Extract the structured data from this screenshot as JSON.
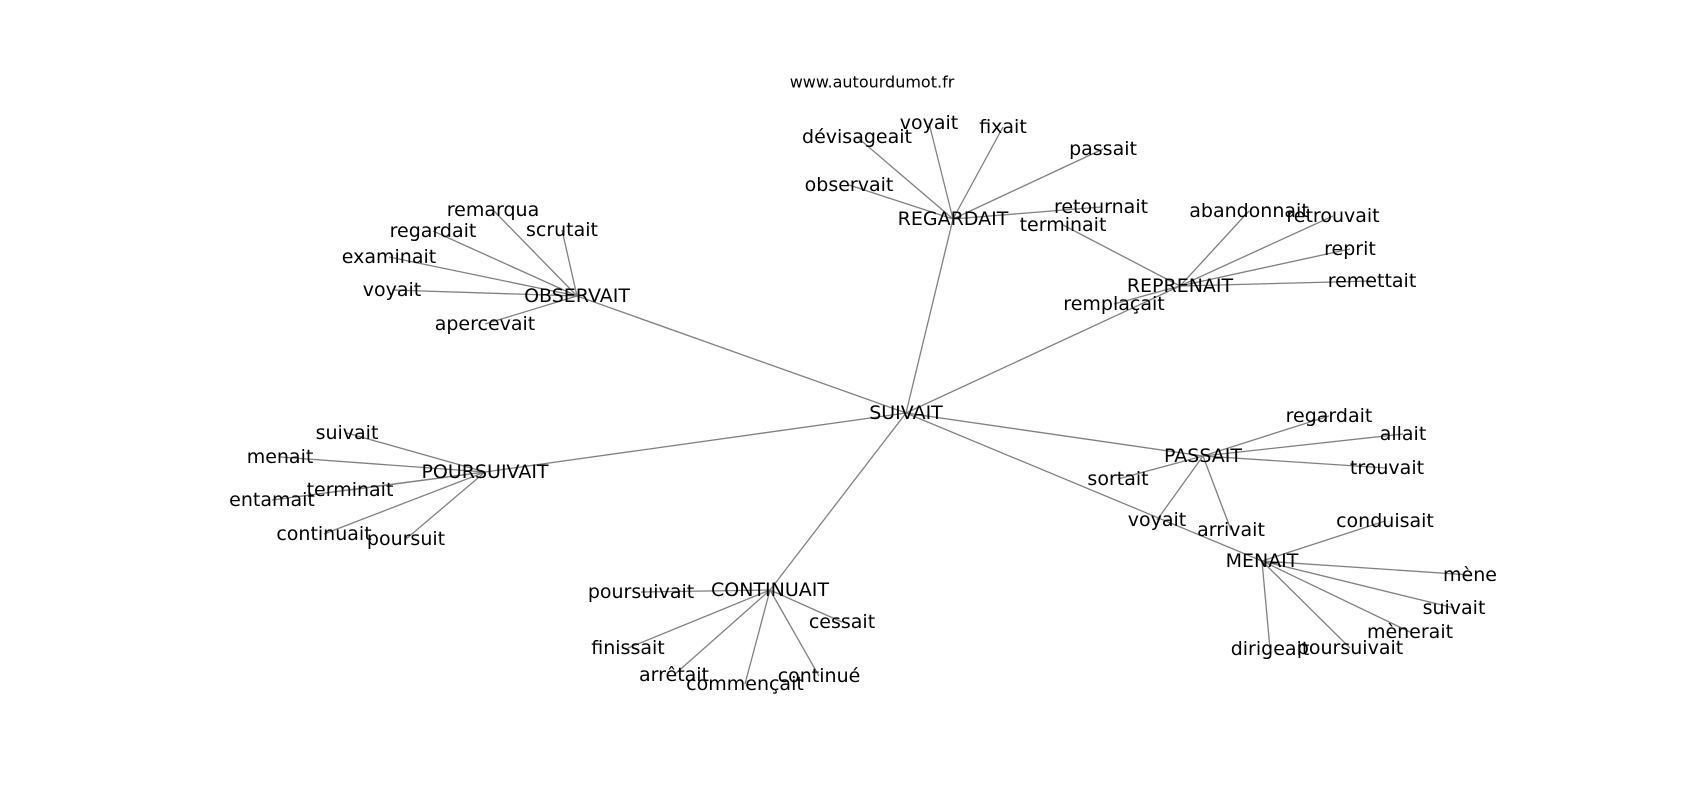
{
  "source": "www.autourdumot.fr",
  "nodes": {
    "center": "SUIVAIT",
    "regardait_hub": "REGARDAIT",
    "observait_hub": "OBSERVAIT",
    "reprenait_hub": "REPRENAIT",
    "poursuivait_hub": "POURSUIVAIT",
    "passait_hub": "PASSAIT",
    "continuait_hub": "CONTINUAIT",
    "menait_hub": "MENAIT",
    "reg_devisageait": "dévisageait",
    "reg_voyait": "voyait",
    "reg_fixait": "fixait",
    "reg_passait": "passait",
    "reg_observait": "observait",
    "reg_retournait": "retournait",
    "obs_remarqua": "remarqua",
    "obs_regardait": "regardait",
    "obs_scrutait": "scrutait",
    "obs_examinait": "examinait",
    "obs_voyait": "voyait",
    "obs_apercevait": "apercevait",
    "rep_abandonnait": "abandonnait",
    "rep_retrouvait": "retrouvait",
    "rep_terminait": "terminait",
    "rep_reprit": "reprit",
    "rep_remettait": "remettait",
    "rep_remplacait": "remplaçait",
    "pou_suivait": "suivait",
    "pou_menait": "menait",
    "pou_terminait": "terminait",
    "pou_entamait": "entamait",
    "pou_continuait": "continuait",
    "pou_poursuit": "poursuit",
    "pas_regardait": "regardait",
    "pas_allait": "allait",
    "pas_trouvait": "trouvait",
    "pas_sortait": "sortait",
    "pas_voyait": "voyait",
    "pas_arrivait": "arrivait",
    "con_poursuivait": "poursuivait",
    "con_cessait": "cessait",
    "con_finissait": "finissait",
    "con_arretait": "arrêtait",
    "con_commencait": "commençait",
    "con_continue": "continué",
    "men_conduisait": "conduisait",
    "men_mene": "mène",
    "men_suivait": "suivait",
    "men_menerait": "mènerait",
    "men_dirigeait": "dirigeait",
    "men_poursuivait": "poursuivait"
  },
  "edges": [
    [
      "center",
      "regardait_hub"
    ],
    [
      "center",
      "observait_hub"
    ],
    [
      "center",
      "reprenait_hub"
    ],
    [
      "center",
      "poursuivait_hub"
    ],
    [
      "center",
      "passait_hub"
    ],
    [
      "center",
      "continuait_hub"
    ],
    [
      "center",
      "menait_hub"
    ],
    [
      "regardait_hub",
      "reg_devisageait"
    ],
    [
      "regardait_hub",
      "reg_voyait"
    ],
    [
      "regardait_hub",
      "reg_fixait"
    ],
    [
      "regardait_hub",
      "reg_passait"
    ],
    [
      "regardait_hub",
      "reg_observait"
    ],
    [
      "regardait_hub",
      "reg_retournait"
    ],
    [
      "observait_hub",
      "obs_remarqua"
    ],
    [
      "observait_hub",
      "obs_regardait"
    ],
    [
      "observait_hub",
      "obs_scrutait"
    ],
    [
      "observait_hub",
      "obs_examinait"
    ],
    [
      "observait_hub",
      "obs_voyait"
    ],
    [
      "observait_hub",
      "obs_apercevait"
    ],
    [
      "reprenait_hub",
      "rep_abandonnait"
    ],
    [
      "reprenait_hub",
      "rep_retrouvait"
    ],
    [
      "reprenait_hub",
      "rep_terminait"
    ],
    [
      "reprenait_hub",
      "rep_reprit"
    ],
    [
      "reprenait_hub",
      "rep_remettait"
    ],
    [
      "reprenait_hub",
      "rep_remplacait"
    ],
    [
      "poursuivait_hub",
      "pou_suivait"
    ],
    [
      "poursuivait_hub",
      "pou_menait"
    ],
    [
      "poursuivait_hub",
      "pou_terminait"
    ],
    [
      "poursuivait_hub",
      "pou_entamait"
    ],
    [
      "poursuivait_hub",
      "pou_continuait"
    ],
    [
      "poursuivait_hub",
      "pou_poursuit"
    ],
    [
      "passait_hub",
      "pas_regardait"
    ],
    [
      "passait_hub",
      "pas_allait"
    ],
    [
      "passait_hub",
      "pas_trouvait"
    ],
    [
      "passait_hub",
      "pas_sortait"
    ],
    [
      "passait_hub",
      "pas_voyait"
    ],
    [
      "passait_hub",
      "pas_arrivait"
    ],
    [
      "continuait_hub",
      "con_poursuivait"
    ],
    [
      "continuait_hub",
      "con_cessait"
    ],
    [
      "continuait_hub",
      "con_finissait"
    ],
    [
      "continuait_hub",
      "con_arretait"
    ],
    [
      "continuait_hub",
      "con_commencait"
    ],
    [
      "continuait_hub",
      "con_continue"
    ],
    [
      "menait_hub",
      "men_conduisait"
    ],
    [
      "menait_hub",
      "men_mene"
    ],
    [
      "menait_hub",
      "men_suivait"
    ],
    [
      "menait_hub",
      "men_menerait"
    ],
    [
      "menait_hub",
      "men_dirigeait"
    ],
    [
      "menait_hub",
      "men_poursuivait"
    ]
  ]
}
